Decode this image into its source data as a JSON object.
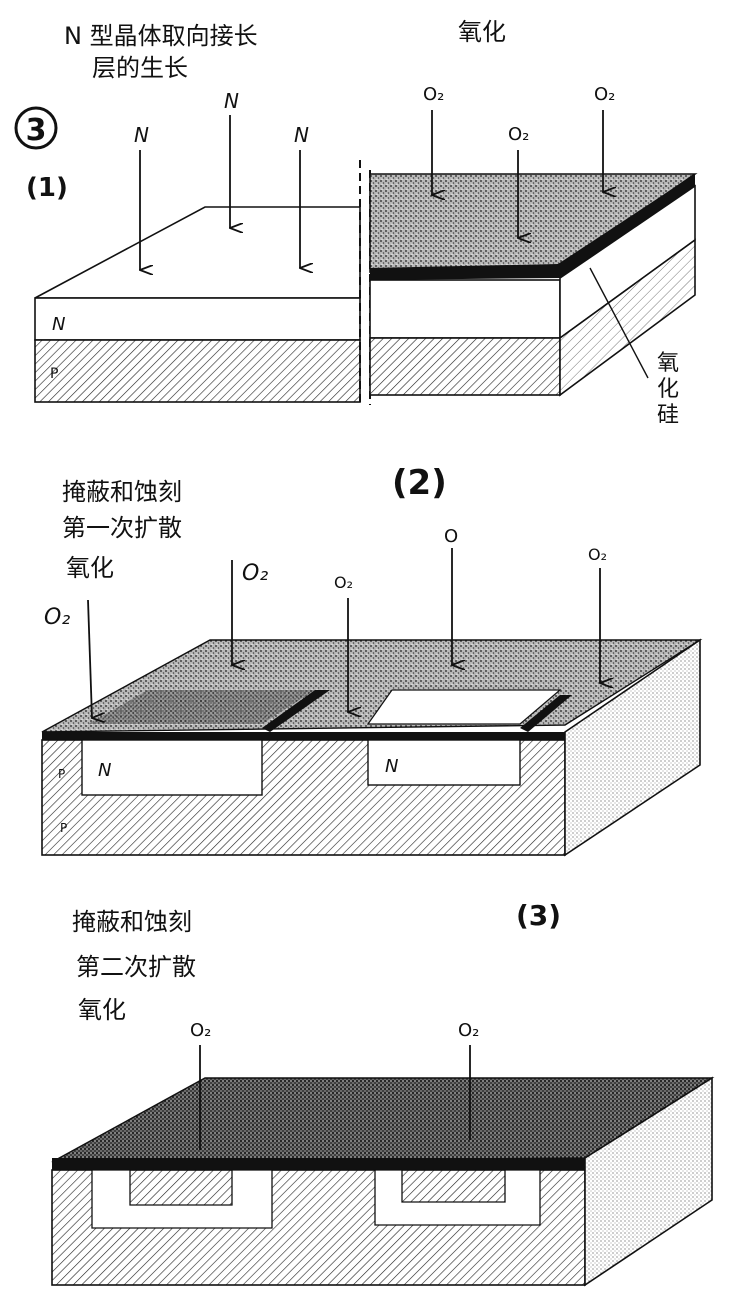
{
  "step_marker": "③",
  "panel1": {
    "number": "(1)",
    "left_title_line1": "N 型晶体取向接长",
    "left_title_line2": "层的生长",
    "right_title": "氧化",
    "arrow_label_left": "N",
    "arrow_labels_right": [
      "O₂",
      "O₂",
      "O₂"
    ],
    "layer_top": "N",
    "layer_bottom": "P",
    "oxide_label": [
      "氧",
      "化",
      "硅"
    ]
  },
  "panel2": {
    "number": "(2)",
    "steps": [
      "掩蔽和蚀刻",
      "第一次扩散",
      "氧化"
    ],
    "arrow_labels": [
      "O₂",
      "O₂",
      "O₂",
      "O",
      "O₂"
    ],
    "region_labels": [
      "N",
      "N"
    ],
    "substrate_labels": [
      "P",
      "P"
    ]
  },
  "panel3": {
    "number": "(3)",
    "steps": [
      "掩蔽和蚀刻",
      "第二次扩散",
      "氧化"
    ],
    "arrow_labels": [
      "O₂",
      "O₂"
    ]
  },
  "colors": {
    "ink": "#111111",
    "oxide": "#2a2a2a",
    "paper": "#ffffff"
  }
}
